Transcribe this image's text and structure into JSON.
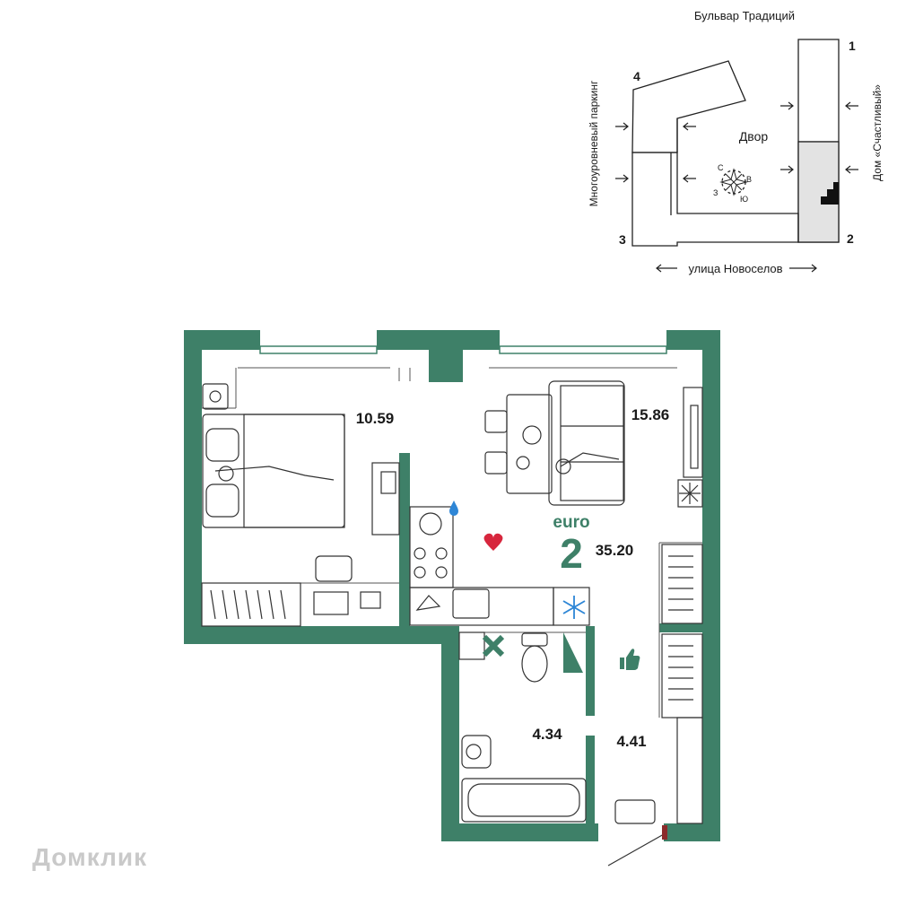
{
  "site_plan": {
    "street_top": "Бульвар Традиций",
    "street_bottom": "улица Новоселов",
    "left_label": "Многоуровневый паркинг",
    "right_label": "Дом «Счастливый»",
    "yard_label": "Двор",
    "building_numbers": [
      "1",
      "2",
      "3",
      "4"
    ],
    "compass": {
      "n": "С",
      "e": "В",
      "s": "Ю",
      "w": "З"
    },
    "highlight_color": "#e3e3e3"
  },
  "floorplan": {
    "wall_color": "#3e8068",
    "accent_color": "#3e8068",
    "rooms": [
      {
        "id": "bedroom",
        "area": "10.59"
      },
      {
        "id": "living",
        "area": "15.86"
      },
      {
        "id": "bathroom",
        "area": "4.34"
      },
      {
        "id": "hall",
        "area": "4.41"
      }
    ],
    "apartment": {
      "type": "euro",
      "rooms": "2",
      "total_area": "35.20"
    },
    "icons": [
      "heart-icon",
      "thumbs-up-icon",
      "snowflake-icon",
      "water-drop-icon"
    ],
    "heart_color": "#d7263d",
    "drop_color": "#2e86d6",
    "snow_color": "#2e86d6"
  },
  "watermark": "Домклик"
}
